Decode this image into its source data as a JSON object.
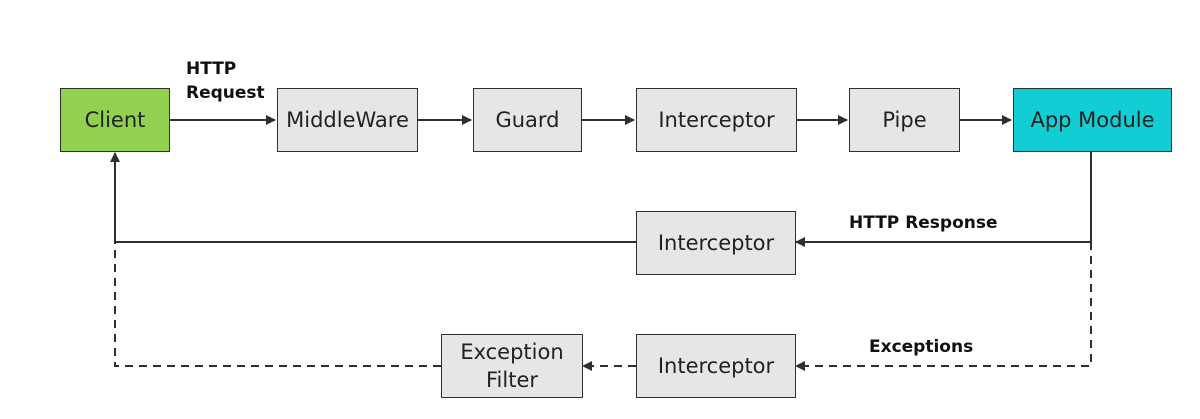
{
  "nodes": {
    "client": "Client",
    "middleware": "MiddleWare",
    "guard": "Guard",
    "interceptor_request": "Interceptor",
    "pipe": "Pipe",
    "app_module": "App Module",
    "interceptor_response": "Interceptor",
    "interceptor_exception": "Interceptor",
    "exception_filter_line1": "Exception",
    "exception_filter_line2": "Filter"
  },
  "edge_labels": {
    "http_request_line1": "HTTP",
    "http_request_line2": "Request",
    "http_response": "HTTP Response",
    "exceptions": "Exceptions"
  },
  "colors": {
    "client_fill": "#92d050",
    "app_module_fill": "#12cdd4",
    "default_node_fill": "#e6e6e6",
    "line": "#2f2f2f"
  }
}
